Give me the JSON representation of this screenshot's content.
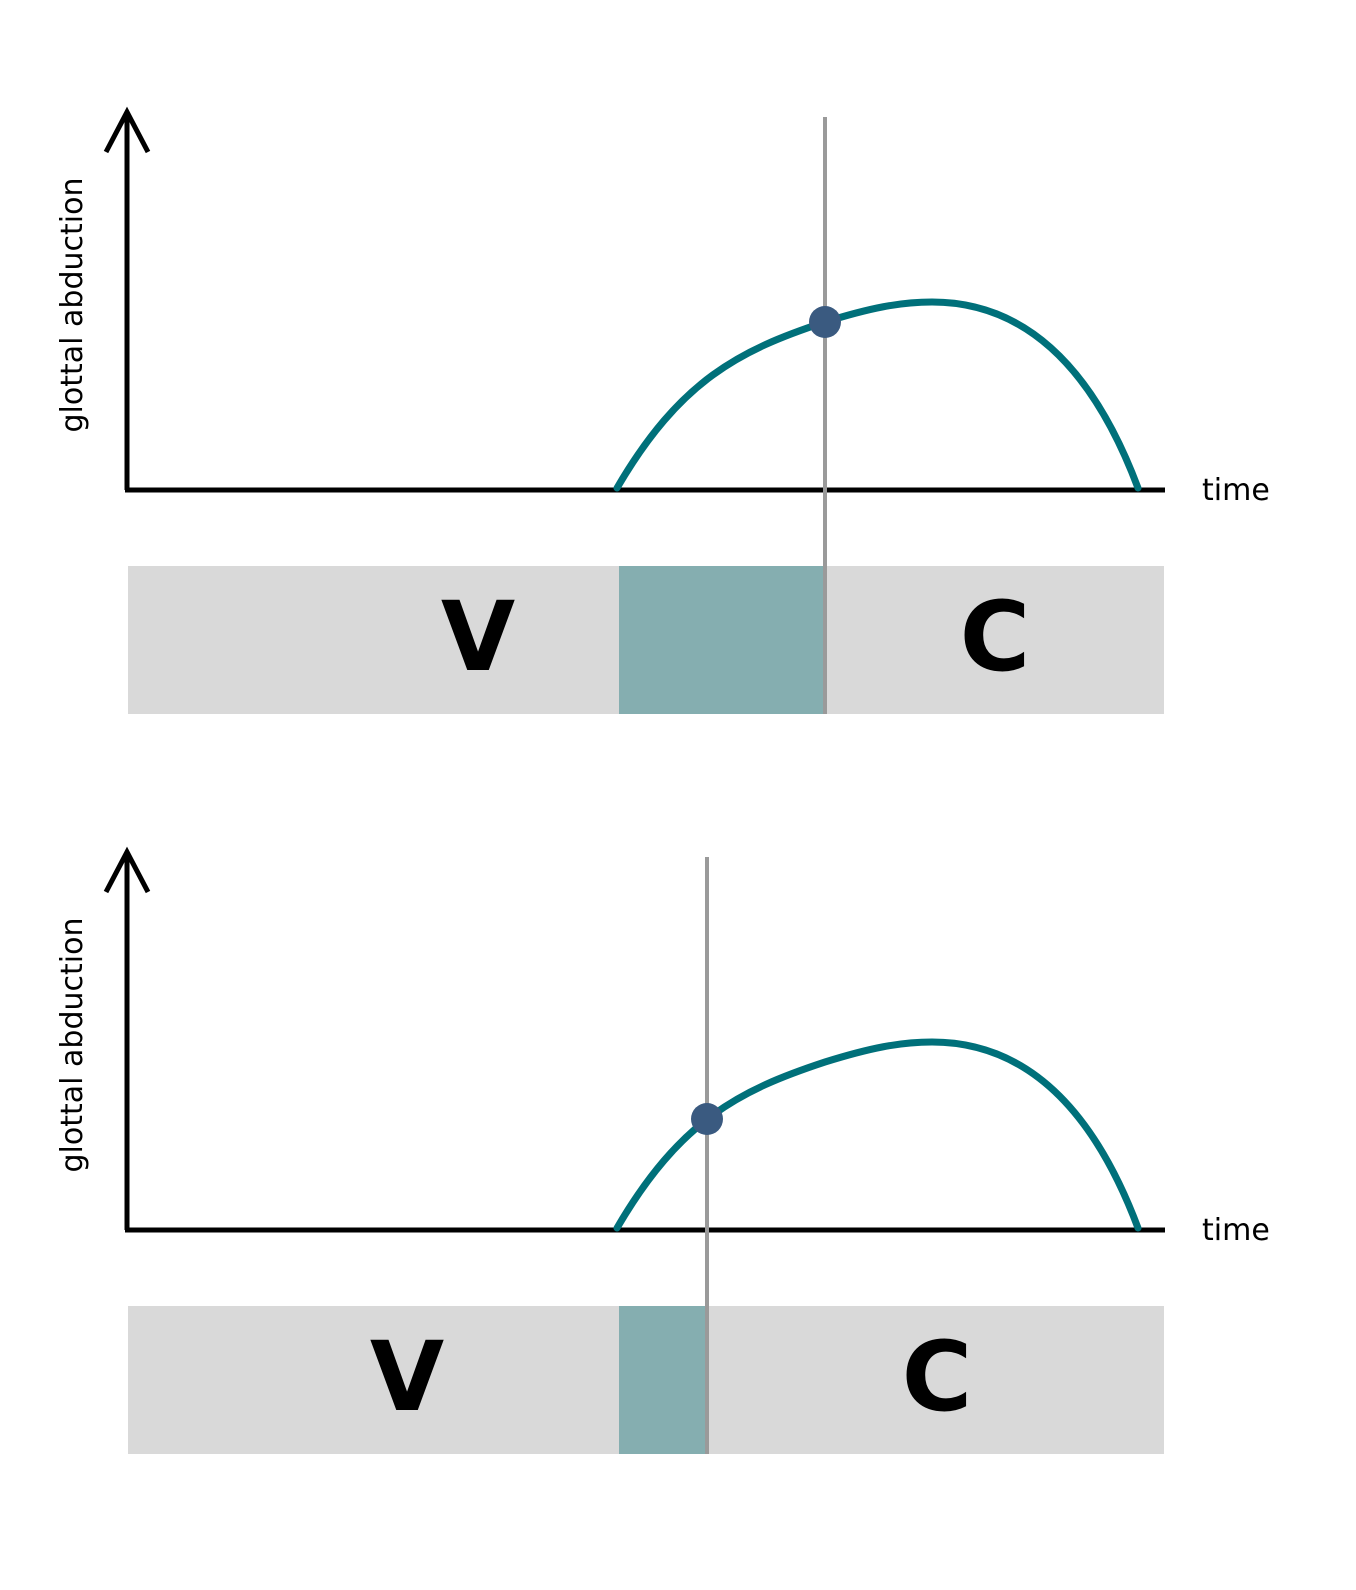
{
  "colors": {
    "curve": "#00707a",
    "marker": "#3a5a80",
    "highlight": "#85aeb0",
    "segment_bg": "#d9d9d9",
    "cursor_line": "#9a9a9a",
    "axis": "#000000"
  },
  "panels": [
    {
      "id": "top",
      "y_axis_label": "glottal abduction",
      "x_axis_label": "time",
      "vowel_label": "V",
      "consonant_label": "C"
    },
    {
      "id": "bottom",
      "y_axis_label": "glottal abduction",
      "x_axis_label": "time",
      "vowel_label": "V",
      "consonant_label": "C"
    }
  ]
}
